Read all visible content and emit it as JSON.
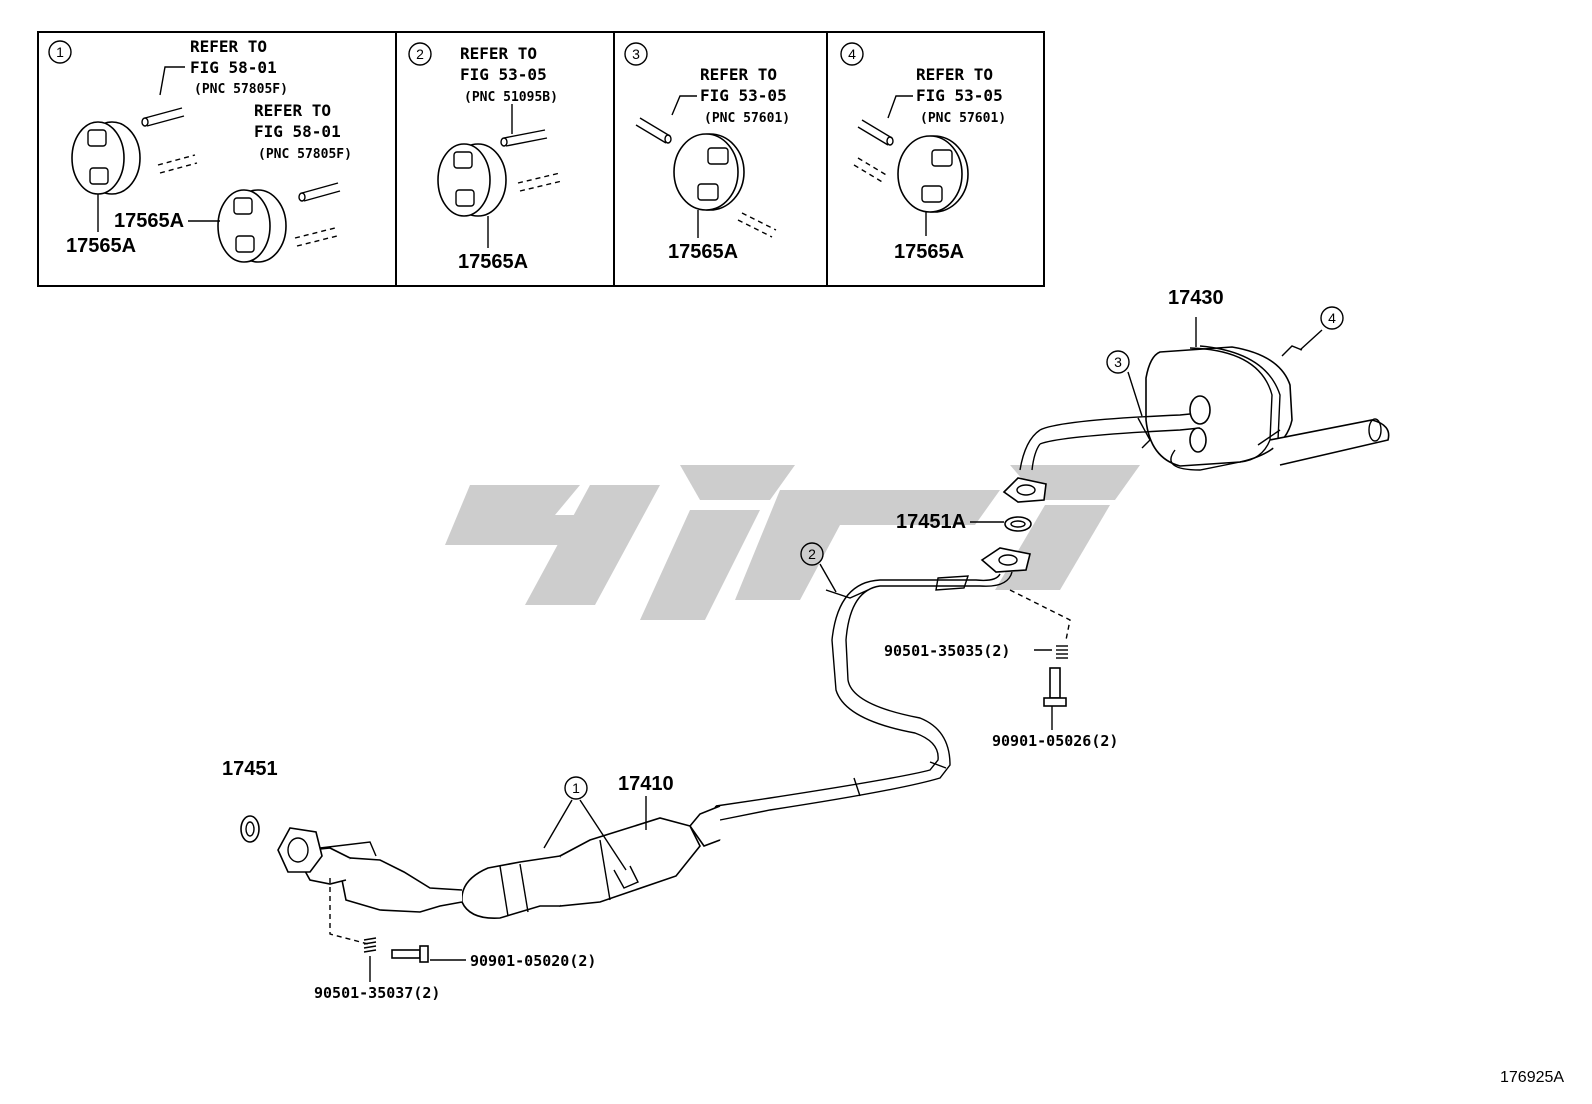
{
  "inset_panels": [
    {
      "num": "1",
      "refers": [
        {
          "line1": "REFER TO",
          "line2": "FIG 58-01",
          "pnc": "(PNC 57805F)"
        },
        {
          "line1": "REFER TO",
          "line2": "FIG 58-01",
          "pnc": "(PNC 57805F)"
        }
      ],
      "parts": [
        "17565A",
        "17565A"
      ]
    },
    {
      "num": "2",
      "refers": [
        {
          "line1": "REFER TO",
          "line2": "FIG 53-05",
          "pnc": "(PNC 51095B)"
        }
      ],
      "parts": [
        "17565A"
      ]
    },
    {
      "num": "3",
      "refers": [
        {
          "line1": "REFER TO",
          "line2": "FIG 53-05",
          "pnc": "(PNC 57601)"
        }
      ],
      "parts": [
        "17565A"
      ]
    },
    {
      "num": "4",
      "refers": [
        {
          "line1": "REFER TO",
          "line2": "FIG 53-05",
          "pnc": "(PNC 57601)"
        }
      ],
      "parts": [
        "17565A"
      ]
    }
  ],
  "main_labels": {
    "tailpipe": "17430",
    "gasket_rear": "17451A",
    "front_pipe": "17410",
    "gasket_front": "17451",
    "spring_rear": "90501-35035(2)",
    "bolt_rear": "90901-05026(2)",
    "bolt_front": "90901-05020(2)",
    "spring_front": "90501-35037(2)"
  },
  "callouts": [
    "1",
    "2",
    "3",
    "4"
  ],
  "figure_code": "176925A"
}
